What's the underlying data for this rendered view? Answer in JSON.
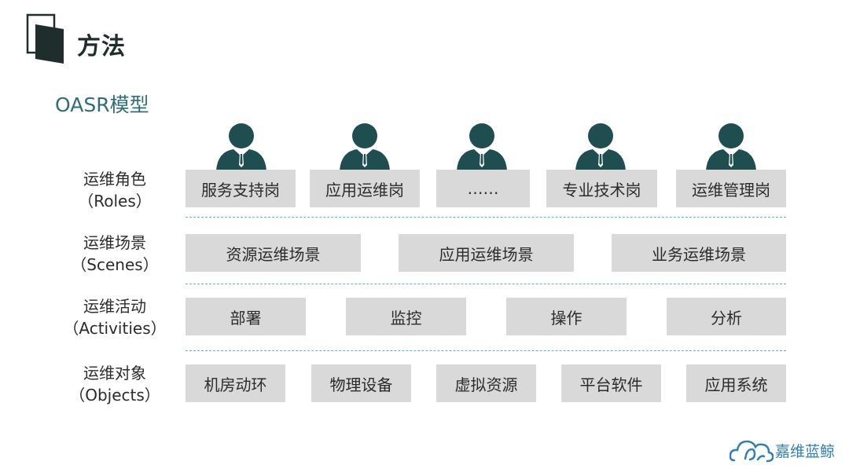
{
  "page": {
    "title": "方法",
    "subtitle": "OASR模型"
  },
  "rows": [
    {
      "label": "运维角色",
      "label_en": "（Roles）",
      "items": [
        "服务支持岗",
        "应用运维岗",
        "……",
        "专业技术岗",
        "运维管理岗"
      ]
    },
    {
      "label": "运维场景",
      "label_en": "（Scenes）",
      "items": [
        "资源运维场景",
        "应用运维场景",
        "业务运维场景"
      ]
    },
    {
      "label": "运维活动",
      "label_en": "（Activities）",
      "items": [
        "部署",
        "监控",
        "操作",
        "分析"
      ]
    },
    {
      "label": "运维对象",
      "label_en": "（Objects）",
      "items": [
        "机房动环",
        "物理设备",
        "虚拟资源",
        "平台软件",
        "应用系统"
      ]
    }
  ],
  "brand": {
    "name": "嘉维蓝鲸"
  },
  "colors": {
    "accent": "#1f4e50",
    "separator": "#5bb8c4",
    "box": "#d9d9d9",
    "brand": "#2f80b8"
  },
  "icons": [
    "book-logo-icon",
    "person-icon",
    "cloud-whale-logo-icon"
  ]
}
